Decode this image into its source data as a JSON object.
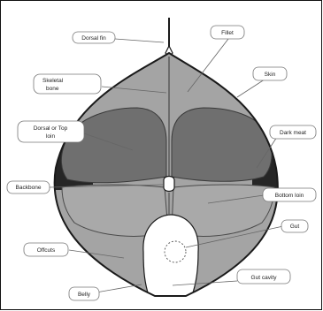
{
  "diagram": {
    "labels": {
      "dorsal_fin": "Dorsal fin",
      "fillet": "Fillet",
      "skeletal_bone": [
        "Skeletal",
        "bone"
      ],
      "skin": "Skin",
      "dorsal_top_loin": [
        "Dorsal or Top",
        "loin"
      ],
      "dark_meat": "Dark meat",
      "backbone": "Backbone",
      "bottom_loin": "Bottom loin",
      "gut": "Gut",
      "offcuts": "Offcuts",
      "gut_cavity": "Gut cavity",
      "belly": "Belly"
    },
    "colors": {
      "outline": "#1a1a1a",
      "top_loin": "#6f6f6f",
      "dark_meat": "#262626",
      "bottom_loin": "#a9a9a9",
      "upper_fillet": "#a4a4a4",
      "gut_cavity": "#ffffff",
      "frame": "#111111"
    }
  }
}
